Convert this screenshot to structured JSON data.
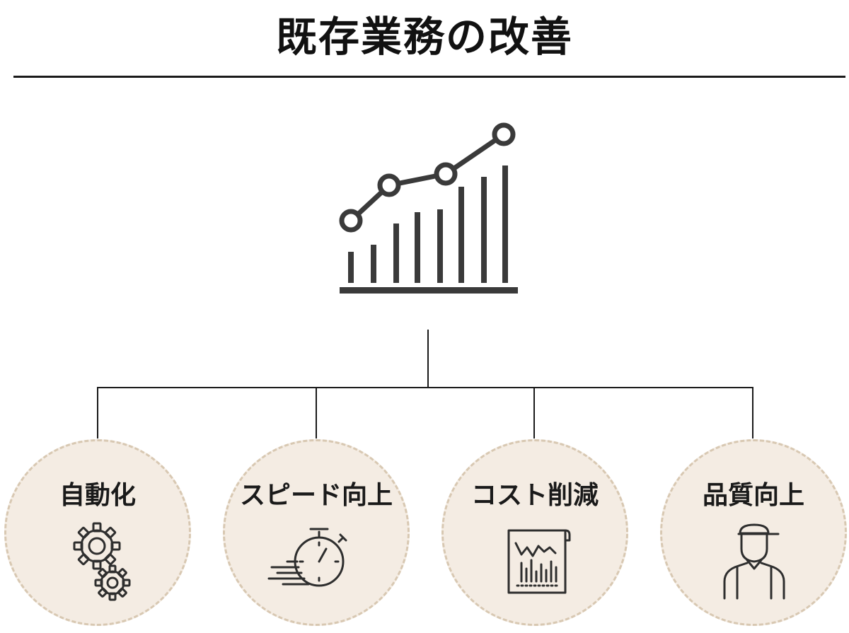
{
  "title": "既存業務の改善",
  "colors": {
    "text": "#1a1a1a",
    "icon": "#3a3a3a",
    "circle_fill": "#f4ece3",
    "circle_border": "#d8c8b2",
    "connector": "#1a1a1a"
  },
  "main_icon": "growth-chart-icon",
  "items": [
    {
      "label": "自動化",
      "icon": "gears-icon"
    },
    {
      "label": "スピード向上",
      "icon": "stopwatch-icon"
    },
    {
      "label": "コスト削減",
      "icon": "cost-report-icon"
    },
    {
      "label": "品質向上",
      "icon": "worker-icon"
    }
  ]
}
